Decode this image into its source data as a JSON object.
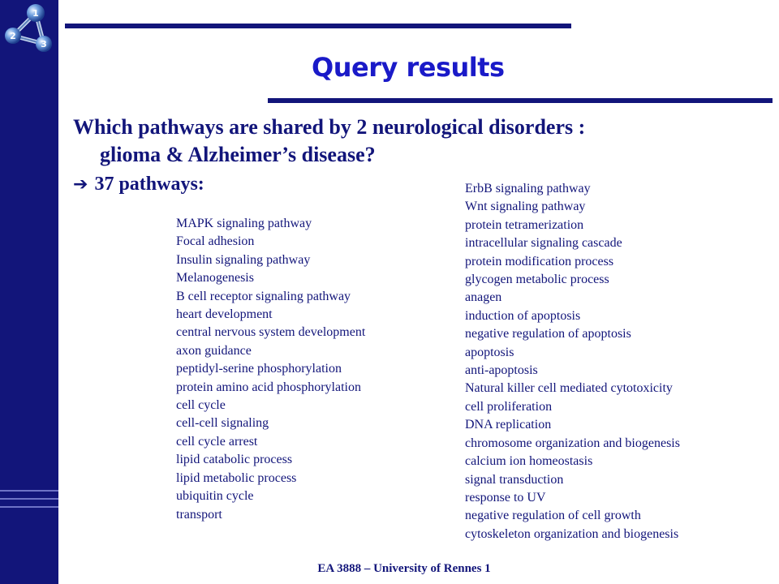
{
  "slide": {
    "title": "Query results",
    "question_line1": "Which pathways are shared by 2 neurological disorders :",
    "question_line2": "glioma & Alzheimer’s disease?",
    "answer_arrow": "➔",
    "answer_text": "37 pathways:",
    "footer": "EA 3888 – University of Rennes 1"
  },
  "pathways_left": [
    "MAPK signaling pathway",
    "Focal adhesion",
    "Insulin signaling pathway",
    "Melanogenesis",
    "B cell receptor signaling pathway",
    "heart development",
    "central nervous system development",
    "axon guidance",
    "peptidyl-serine phosphorylation",
    "protein amino acid phosphorylation",
    "cell cycle",
    "cell-cell signaling",
    "cell cycle arrest",
    "lipid catabolic process",
    "lipid metabolic process",
    "ubiquitin cycle",
    "transport"
  ],
  "pathways_right": [
    "ErbB signaling pathway",
    "Wnt signaling pathway",
    "protein tetramerization",
    "intracellular signaling cascade",
    "protein modification process",
    "glycogen metabolic process",
    "anagen",
    "induction of apoptosis",
    "negative regulation of apoptosis",
    "apoptosis",
    "anti-apoptosis",
    "Natural killer cell mediated cytotoxicity",
    "cell proliferation",
    "DNA replication",
    "chromosome organization and biogenesis",
    "calcium ion homeostasis",
    "signal transduction",
    "response to UV",
    "negative regulation of cell growth",
    "cytoskeleton organization and biogenesis"
  ],
  "colors": {
    "sidebar": "#12157a",
    "title": "#1a1ac8",
    "text": "#12157a"
  },
  "icons": {
    "logo": "molecule-logo-icon"
  }
}
